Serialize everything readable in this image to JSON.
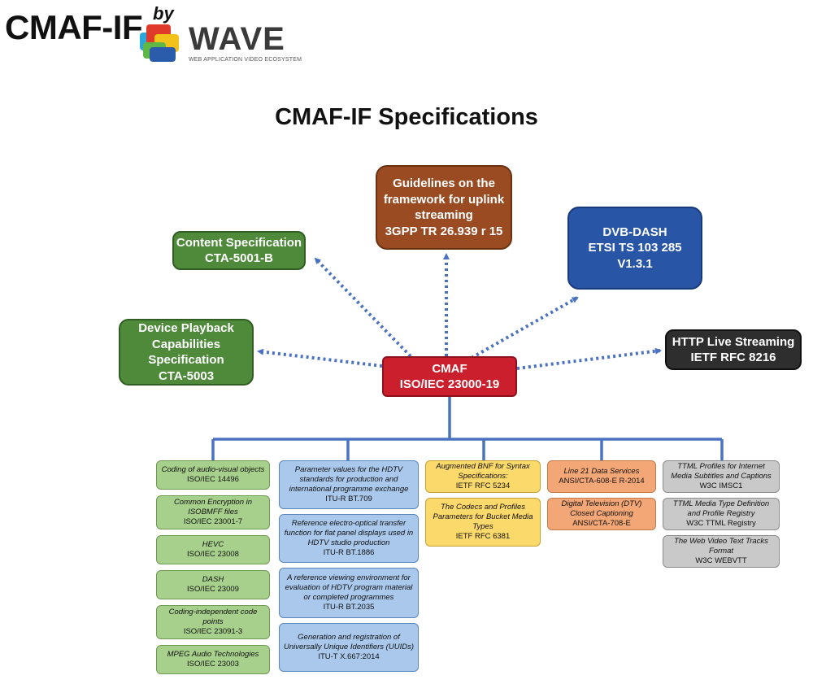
{
  "header": {
    "title": "CMAF-IF",
    "by": "by",
    "logo_word": "WAVE",
    "logo_tagline": "WEB APPLICATION VIDEO ECOSYSTEM"
  },
  "diagram_title": "CMAF-IF Specifications",
  "center": {
    "line1": "CMAF",
    "line2": "ISO/IEC 23000-19"
  },
  "satellites": {
    "content_spec": {
      "line1": "Content Specification",
      "line2": "CTA-5001-B"
    },
    "uplink": {
      "line1": "Guidelines on the",
      "line2": "framework for uplink",
      "line3": "streaming",
      "line4": "3GPP TR 26.939 r 15"
    },
    "dvb_dash": {
      "line1": "DVB-DASH",
      "line2": "ETSI TS 103 285",
      "line3": "V1.3.1"
    },
    "device_playback": {
      "line1": "Device Playback",
      "line2": "Capabilities",
      "line3": "Specification",
      "line4": "CTA-5003"
    },
    "hls": {
      "line1": "HTTP Live Streaming",
      "line2": "IETF RFC 8216"
    }
  },
  "columns": {
    "iso": [
      {
        "name": "Coding of audio-visual objects",
        "code": "ISO/IEC 14496"
      },
      {
        "name": "Common Encryption in ISOBMFF files",
        "code": "ISO/IEC 23001-7"
      },
      {
        "name": "HEVC",
        "code": "ISO/IEC 23008"
      },
      {
        "name": "DASH",
        "code": "ISO/IEC 23009"
      },
      {
        "name": "Coding-independent code points",
        "code": "ISO/IEC 23091-3"
      },
      {
        "name": "MPEG Audio Technologies",
        "code": "ISO/IEC 23003"
      }
    ],
    "itu": [
      {
        "name": "Parameter values for the HDTV standards for production and international programme exchange",
        "code": "ITU-R BT.709"
      },
      {
        "name": "Reference electro-optical transfer function for flat panel displays used in HDTV studio production",
        "code": "ITU-R BT.1886"
      },
      {
        "name": "A reference viewing environment for evaluation of HDTV program material or completed programmes",
        "code": "ITU-R BT.2035"
      },
      {
        "name": "Generation and registration of Universally Unique Identifiers (UUIDs)",
        "code": "ITU-T X.667:2014"
      }
    ],
    "ietf": [
      {
        "name": "Augmented BNF for Syntax Specifications:",
        "code": "IETF RFC 5234"
      },
      {
        "name": "The Codecs and Profiles Parameters for Bucket Media Types",
        "code": "IETF RFC 6381"
      }
    ],
    "cta": [
      {
        "name": "Line 21 Data Services",
        "code": "ANSI/CTA-608-E R-2014"
      },
      {
        "name": "Digital Television (DTV) Closed Captioning",
        "code": "ANSI/CTA-708-E"
      }
    ],
    "w3c": [
      {
        "name": "TTML Profiles for Internet Media Subtitles and Captions",
        "code": "W3C IMSC1"
      },
      {
        "name": "TTML Media Type Definition and Profile Registry",
        "code": "W3C TTML Registry"
      },
      {
        "name": "The Web Video Text Tracks Format",
        "code": "W3C WEBVTT"
      }
    ]
  },
  "colors": {
    "connector": "#4a72c0",
    "center": "#cc1f2d",
    "green": "#4e8a3a",
    "brown": "#9a4b22",
    "blue": "#2855a6",
    "dark": "#2e2e2e"
  }
}
